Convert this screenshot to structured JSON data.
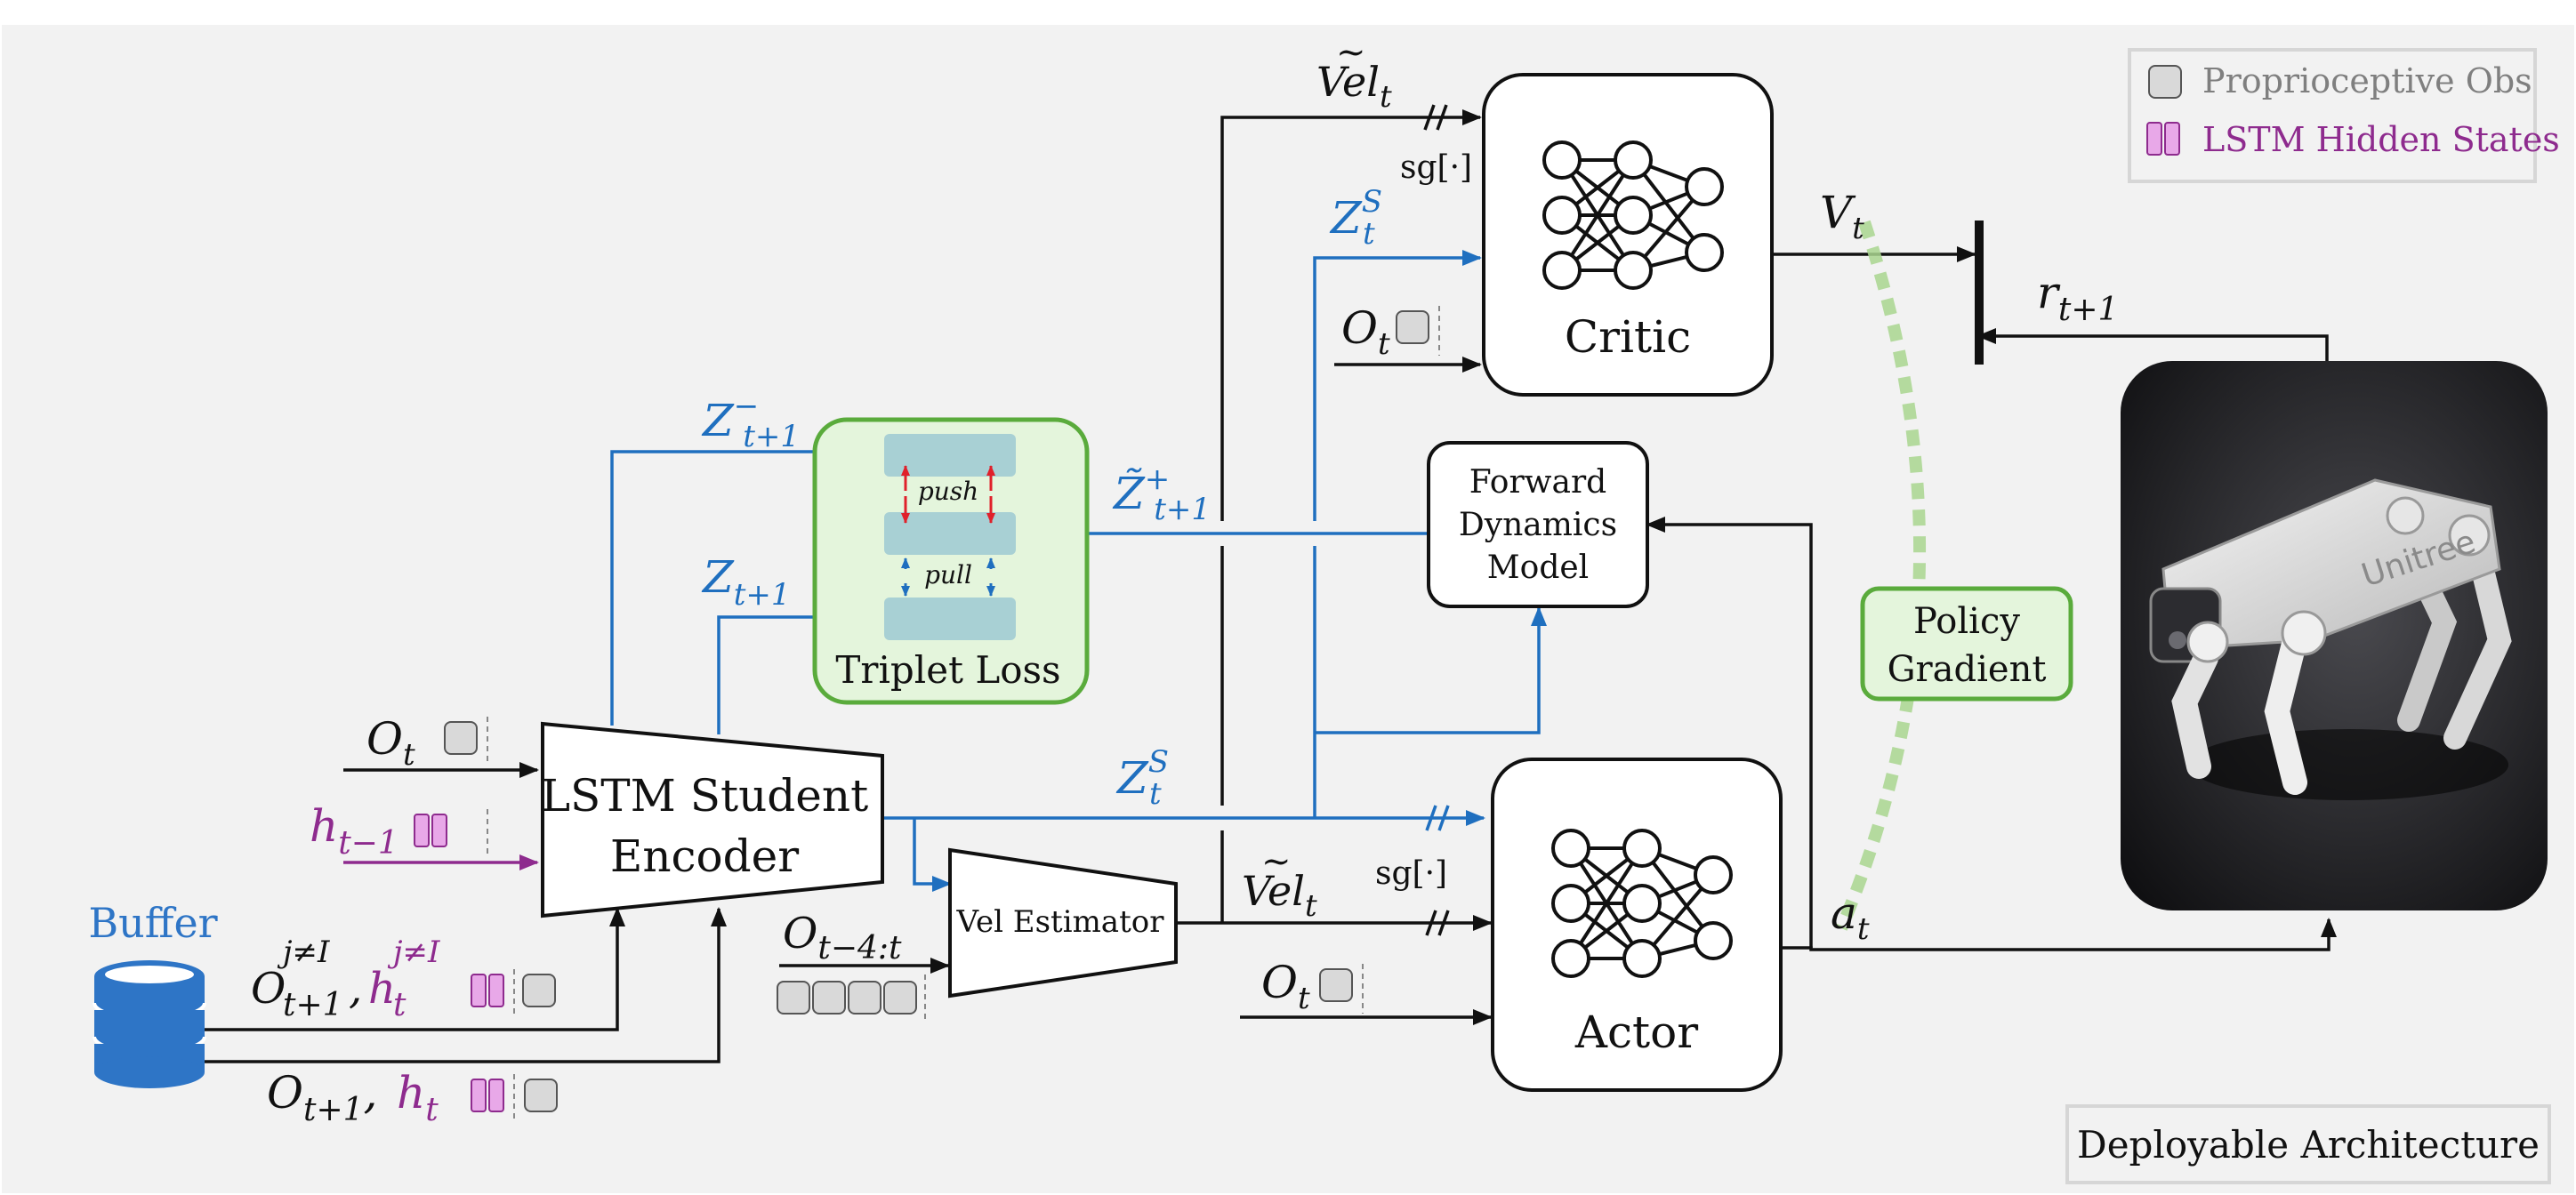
{
  "colors": {
    "panel_bg": "#f2f2f2",
    "blue": "#1f6fbf",
    "purple": "#8e2b8e",
    "green_border": "#5aab3c",
    "green_fill": "#e4f5dc",
    "triplet_bar": "#a8d0d4",
    "red": "#e0202a",
    "legend_box": "#d9d9d9",
    "db_blue": "#2e75c6"
  },
  "legend": {
    "proprio_label": "Proprioceptive Obs",
    "lstm_label": "LSTM Hidden States"
  },
  "buffer": {
    "label": "Buffer"
  },
  "encoder": {
    "label_line1": "LSTM Student",
    "label_line2": "Encoder"
  },
  "vel_estimator": {
    "label": "Vel Estimator"
  },
  "triplet": {
    "push": "push",
    "pull": "pull",
    "label": "Triplet Loss"
  },
  "forward_model": {
    "line1": "Forward",
    "line2": "Dynamics",
    "line3": "Model"
  },
  "critic": {
    "label": "Critic"
  },
  "actor": {
    "label": "Actor"
  },
  "policy_gradient": {
    "line1": "Policy",
    "line2": "Gradient"
  },
  "robot": {
    "name": "Unitree",
    "icon": "quadruped-robot-photo"
  },
  "footer": {
    "label": "Deployable Architecture"
  },
  "math": {
    "O": "O",
    "t": "t",
    "h": "h",
    "t_minus_1": "t−1",
    "t_plus_1": "t+1",
    "t_minus_4_t": "t−4:t",
    "j_ne_I": "j≠I",
    "comma": ",",
    "Z": "Z",
    "S": "S",
    "minus_sup": "−",
    "plus_sup": "+",
    "Z_tilde": "Z̃",
    "Vel": "Vel",
    "tilde": "~",
    "sg": "sg[·]",
    "V": "V",
    "r": "r",
    "a": "a"
  }
}
